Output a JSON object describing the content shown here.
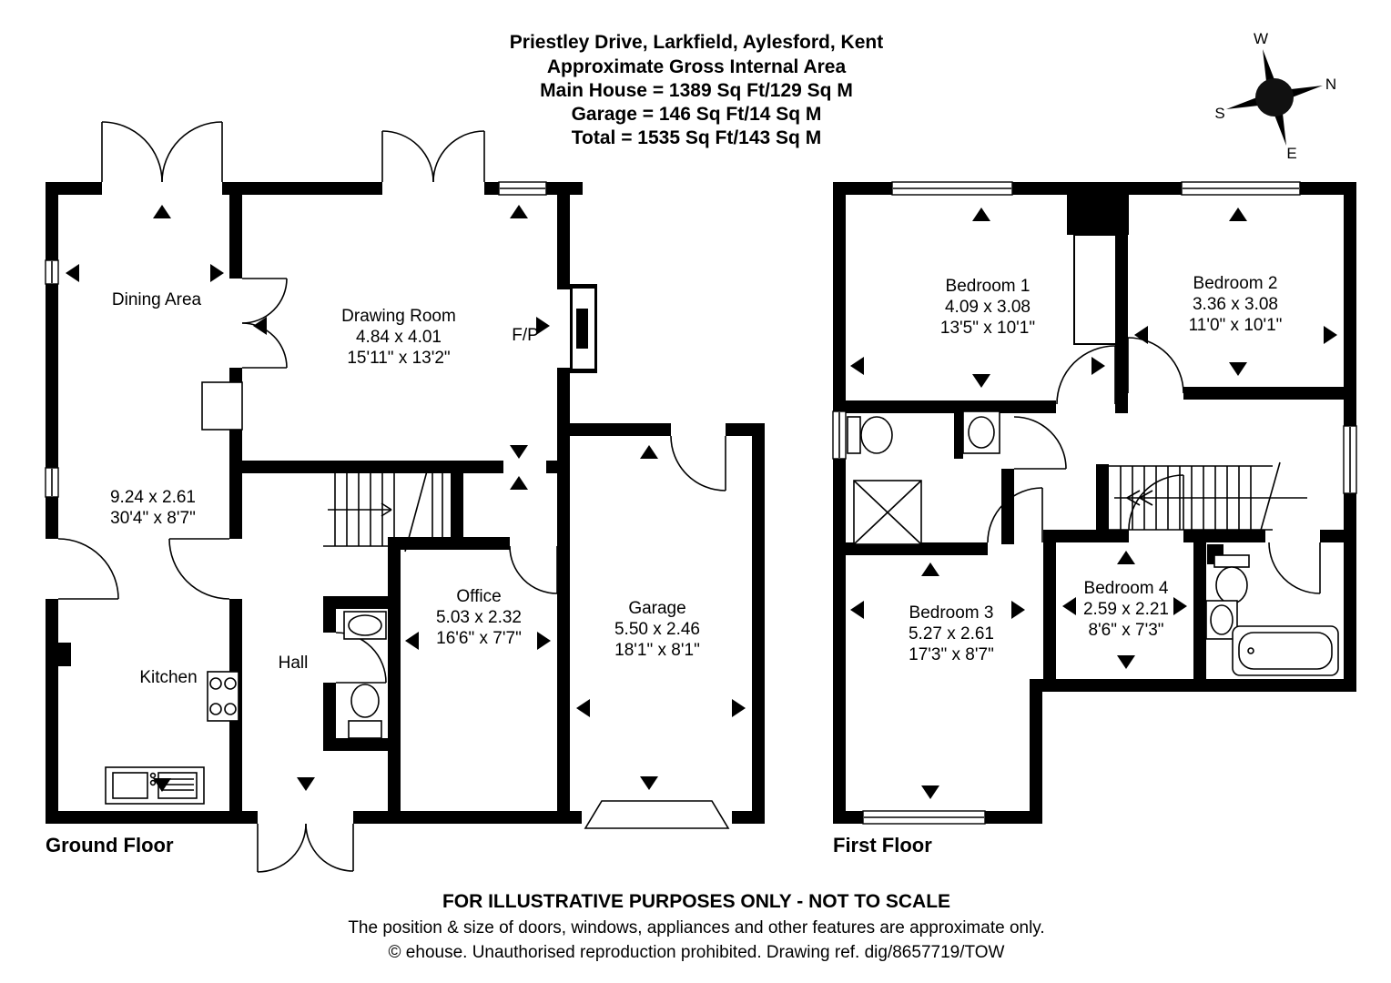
{
  "header": {
    "title": "Priestley Drive, Larkfield, Aylesford, Kent",
    "subtitle": "Approximate Gross Internal Area",
    "area_main": "Main House = 1389 Sq Ft/129 Sq M",
    "area_garage": "Garage = 146 Sq Ft/14 Sq M",
    "area_total": "Total = 1535 Sq Ft/143 Sq M"
  },
  "compass": {
    "n": "N",
    "e": "E",
    "s": "S",
    "w": "W"
  },
  "ground_floor": {
    "label": "Ground Floor",
    "dining": {
      "name": "Dining Area"
    },
    "drawing_room": {
      "name": "Drawing Room",
      "metric": "4.84 x 4.01",
      "imperial": "15'11\" x 13'2\""
    },
    "fireplace": {
      "label": "F/P"
    },
    "kitchen_strip": {
      "metric": "9.24 x 2.61",
      "imperial": "30'4\" x 8'7\""
    },
    "kitchen": {
      "name": "Kitchen"
    },
    "hall": {
      "name": "Hall"
    },
    "office": {
      "name": "Office",
      "metric": "5.03 x 2.32",
      "imperial": "16'6\" x 7'7\""
    },
    "garage": {
      "name": "Garage",
      "metric": "5.50 x 2.46",
      "imperial": "18'1\" x 8'1\""
    }
  },
  "first_floor": {
    "label": "First Floor",
    "bedroom1": {
      "name": "Bedroom 1",
      "metric": "4.09 x 3.08",
      "imperial": "13'5\" x 10'1\""
    },
    "bedroom2": {
      "name": "Bedroom 2",
      "metric": "3.36 x 3.08",
      "imperial": "11'0\" x 10'1\""
    },
    "bedroom3": {
      "name": "Bedroom 3",
      "metric": "5.27 x 2.61",
      "imperial": "17'3\" x 8'7\""
    },
    "bedroom4": {
      "name": "Bedroom 4",
      "metric": "2.59 x 2.21",
      "imperial": "8'6\" x 7'3\""
    }
  },
  "footer": {
    "line1": "FOR ILLUSTRATIVE PURPOSES ONLY - NOT TO SCALE",
    "line2": "The position & size of doors, windows, appliances and other features are approximate only.",
    "line3": "© ehouse. Unauthorised reproduction prohibited. Drawing ref. dig/8657719/TOW"
  },
  "colors": {
    "wall": "#000000",
    "background": "#ffffff"
  }
}
